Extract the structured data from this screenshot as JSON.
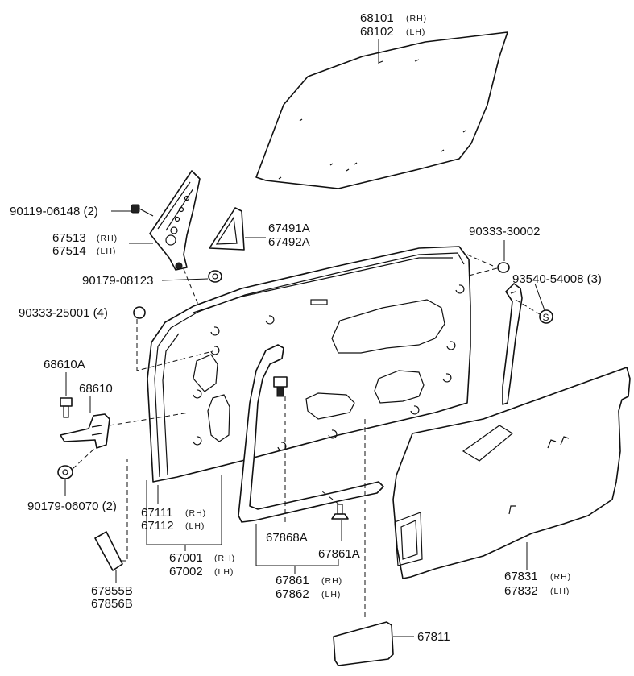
{
  "callouts": {
    "glass": {
      "num_a": "68101",
      "suf_a": "(RH)",
      "num_b": "68102",
      "suf_b": "(LH)"
    },
    "screw_90119": {
      "num": "90119-06148 (2)"
    },
    "frame_67513": {
      "num_a": "67513",
      "suf_a": "(RH)",
      "num_b": "67514",
      "suf_b": "(LH)"
    },
    "cover_67491": {
      "num_a": "67491A",
      "num_b": "67492A"
    },
    "plug_90333_30002": {
      "num": "90333-30002"
    },
    "clip_93540": {
      "num": "93540-54008 (3)"
    },
    "nut_90179_08123": {
      "num": "90179-08123"
    },
    "plug_90333_25001": {
      "num": "90333-25001 (4)"
    },
    "bolt_68610A": {
      "num": "68610A"
    },
    "check_68610": {
      "num": "68610"
    },
    "nut_90179_06070": {
      "num": "90179-06070 (2)"
    },
    "weather_67111": {
      "num_a": "67111",
      "suf_a": "(RH)",
      "num_b": "67112",
      "suf_b": "(LH)"
    },
    "panel_67001": {
      "num_a": "67001",
      "suf_a": "(RH)",
      "num_b": "67002",
      "suf_b": "(LH)"
    },
    "pad_67855B": {
      "num_a": "67855B",
      "num_b": "67856B"
    },
    "clip_67868A": {
      "num": "67868A"
    },
    "clip_67861A": {
      "num": "67861A"
    },
    "seal_67861": {
      "num_a": "67861",
      "suf_a": "(RH)",
      "num_b": "67862",
      "suf_b": "(LH)"
    },
    "trim_67831": {
      "num_a": "67831",
      "suf_a": "(RH)",
      "num_b": "67832",
      "suf_b": "(LH)"
    },
    "cover_67811": {
      "num": "67811"
    }
  },
  "icons": {
    "s_mark": "S"
  }
}
